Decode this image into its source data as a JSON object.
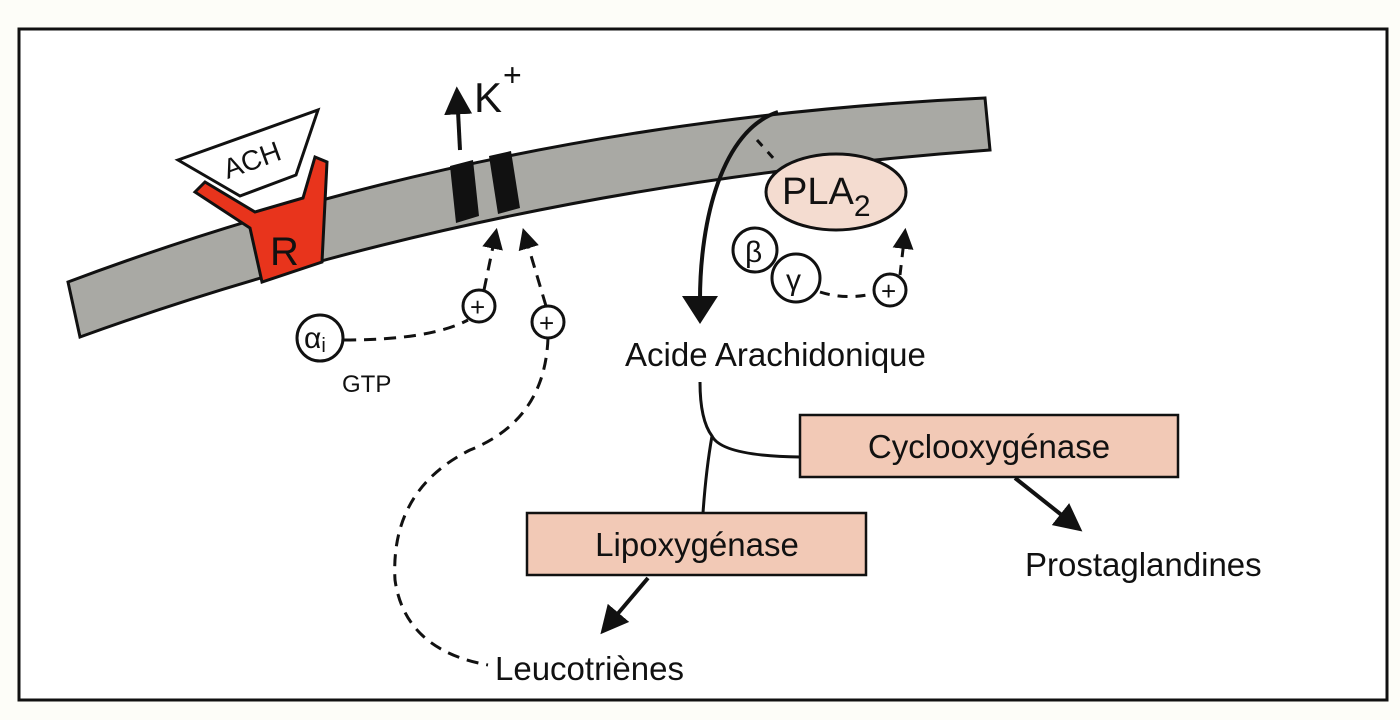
{
  "labels": {
    "ach": "ACH",
    "receptor": "R",
    "ion": "K",
    "ion_charge": "+",
    "pla2": "PLA",
    "pla2_sub": "2",
    "beta": "β",
    "gamma": "γ",
    "alpha": "α",
    "alpha_sub": "i",
    "gtp": "GTP",
    "plus": "+",
    "arachidonic_acid": "Acide Arachidonique",
    "cyclooxygenase": "Cyclooxygénase",
    "lipoxygenase": "Lipoxygénase",
    "prostaglandins": "Prostaglandines",
    "leukotrienes": "Leucotriènes"
  },
  "colors": {
    "membrane": "#a9a9a4",
    "receptor": "#e8341c",
    "enzyme_box": "#f2c9b6",
    "pla2": "#f4dcd0"
  }
}
